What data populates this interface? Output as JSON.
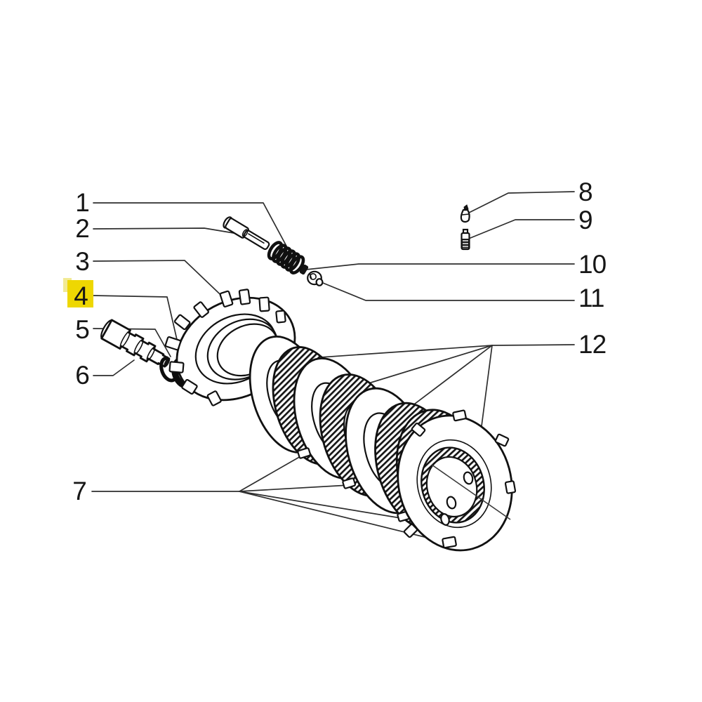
{
  "figure": {
    "type": "exploded-parts-diagram",
    "background_color": "#ffffff",
    "line_color": "#161616",
    "leader_color": "#2e2e2e",
    "highlight": {
      "part_number": "4",
      "color": "#eed702"
    },
    "labels": [
      {
        "number": "1"
      },
      {
        "number": "2"
      },
      {
        "number": "3"
      },
      {
        "number": "4"
      },
      {
        "number": "5"
      },
      {
        "number": "6"
      },
      {
        "number": "7"
      },
      {
        "number": "8"
      },
      {
        "number": "9"
      },
      {
        "number": "10"
      },
      {
        "number": "11"
      },
      {
        "number": "12"
      }
    ]
  }
}
